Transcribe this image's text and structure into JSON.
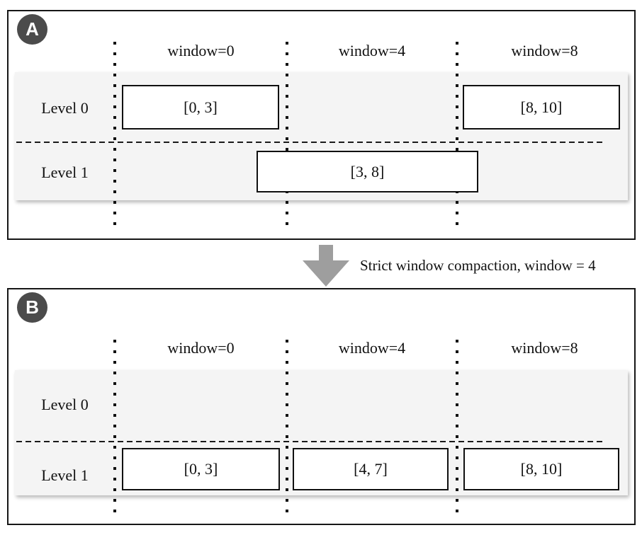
{
  "panels": {
    "a": {
      "badge": "A",
      "headers": [
        "window=0",
        "window=4",
        "window=8"
      ],
      "rows": [
        {
          "label": "Level 0",
          "boxes": [
            {
              "range": "[0, 3]"
            },
            {
              "range": "[8, 10]"
            }
          ]
        },
        {
          "label": "Level 1",
          "boxes": [
            {
              "range": "[3, 8]"
            }
          ]
        }
      ]
    },
    "b": {
      "badge": "B",
      "headers": [
        "window=0",
        "window=4",
        "window=8"
      ],
      "rows": [
        {
          "label": "Level 0",
          "boxes": []
        },
        {
          "label": "Level 1",
          "boxes": [
            {
              "range": "[0, 3]"
            },
            {
              "range": "[4, 7]"
            },
            {
              "range": "[8, 10]"
            }
          ]
        }
      ]
    }
  },
  "transition": {
    "label": "Strict window compaction, window = 4"
  },
  "colors": {
    "badge": "#4b4b4b",
    "level_band": "#f4f4f4",
    "arrow": "#9e9e9e",
    "line": "#111111",
    "background": "#ffffff"
  }
}
